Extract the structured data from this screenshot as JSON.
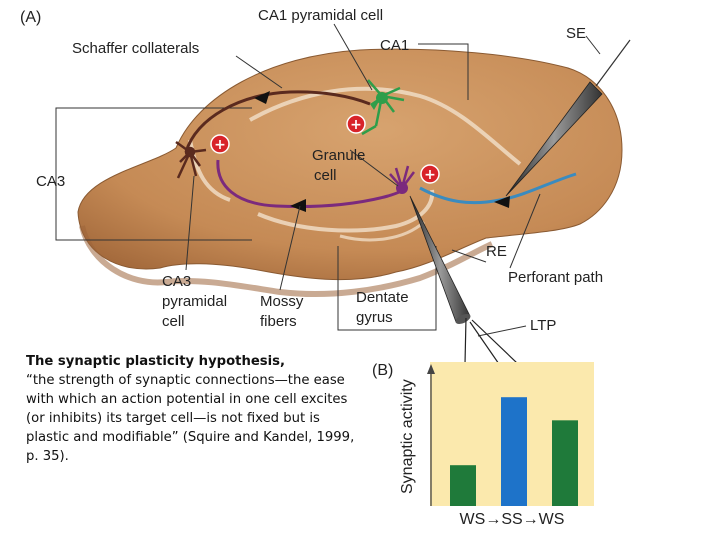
{
  "panel_a": {
    "tag": "(A)",
    "labels": {
      "ca1_pyramidal": "CA1 pyramidal cell",
      "schaffer": "Schaffer collaterals",
      "ca1": "CA1",
      "se": "SE",
      "ca3": "CA3",
      "granule_1": "Granule",
      "granule_2": "cell",
      "re": "RE",
      "perforant": "Perforant path",
      "ca3_pyr_1": "CA3",
      "ca3_pyr_2": "pyramidal",
      "ca3_pyr_3": "cell",
      "mossy_1": "Mossy",
      "mossy_2": "fibers",
      "dentate_1": "Dentate",
      "dentate_2": "gyrus",
      "ltp": "LTP"
    },
    "excite_symbol": "+"
  },
  "panel_b": {
    "tag": "(B)",
    "ylabel": "Synaptic activity"
  },
  "chart_data": {
    "type": "bar",
    "categories": [
      "WS",
      "SS",
      "WS"
    ],
    "values": [
      0.3,
      0.8,
      0.63
    ],
    "colors": [
      "#1f7a3a",
      "#1e73c9",
      "#1f7a3a"
    ],
    "ylabel": "Synaptic activity",
    "xlabel": "",
    "axis_caption": "WS→SS→WS",
    "ylim": [
      0,
      1
    ],
    "background": "#fbe9ad",
    "grid": false
  },
  "quote": {
    "title": "The synaptic plasticity hypothesis,",
    "body": "“the strength of synaptic connections—the ease with which an action potential in one cell excites (or inhibits) its target cell—is not fixed but is plastic and modifiable” (Squire and Kandel, 1999, p. 35)."
  },
  "colors": {
    "tissue": "#c98f5a",
    "tissue_shade": "#a87045",
    "schaffer_axon": "#5a2a1e",
    "mossy_fiber": "#7b2a7d",
    "perforant_path": "#3a8bbf",
    "ca1_neuron": "#2e9e4a",
    "plus_badge": "#d8232a"
  }
}
